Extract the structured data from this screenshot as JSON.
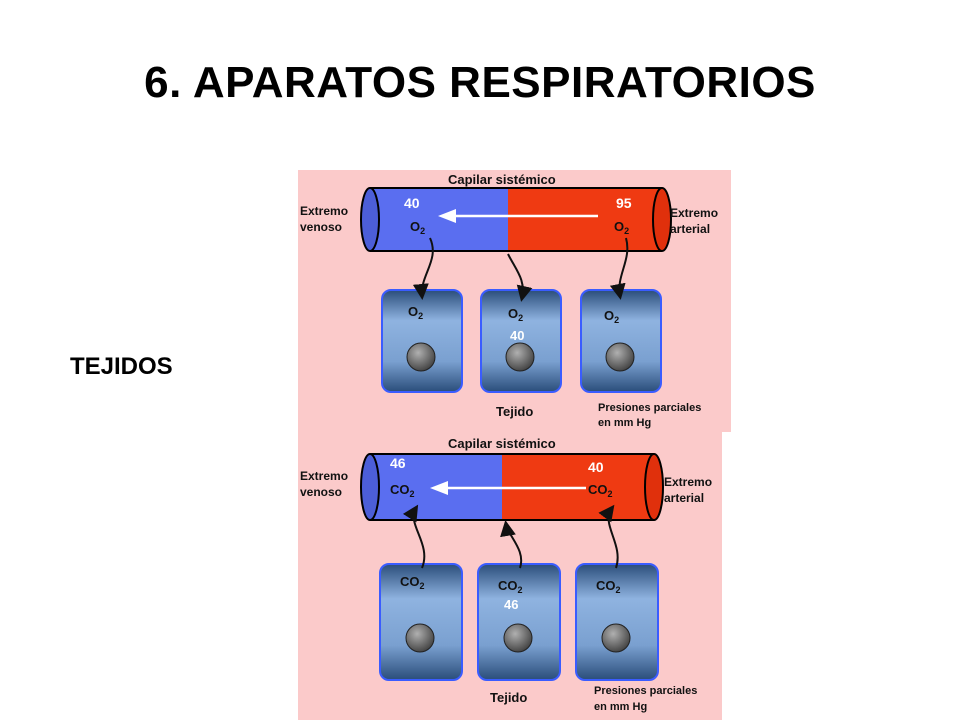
{
  "slide": {
    "title": "6. APARATOS RESPIRATORIOS",
    "side_label": "TEJIDOS"
  },
  "colors": {
    "panel_bg": "#fbcaca",
    "venous_blue": "#5a6ef0",
    "arterial_red": "#ef3a12",
    "cell_blue": "#8fb3e0",
    "nucleus_gray": "#6a6a6a"
  },
  "diagram_o2": {
    "capillary_label": "Capilar sistémico",
    "venous_end_line1": "Extremo",
    "venous_end_line2": "venoso",
    "arterial_end_line1": "Extremo",
    "arterial_end_line2": "arterial",
    "venous_value": "40",
    "arterial_value": "95",
    "gas": "O",
    "gas_sub": "2",
    "cell_middle_value": "40",
    "tissue_label": "Tejido",
    "pressure_line1": "Presiones parciales",
    "pressure_line2": "en mm Hg"
  },
  "diagram_co2": {
    "capillary_label": "Capilar sistémico",
    "venous_end_line1": "Extremo",
    "venous_end_line2": "venoso",
    "arterial_end_line1": "Extremo",
    "arterial_end_line2": "arterial",
    "venous_value": "46",
    "arterial_value": "40",
    "gas": "CO",
    "gas_sub": "2",
    "cell_middle_value": "46",
    "tissue_label": "Tejido",
    "pressure_line1": "Presiones parciales",
    "pressure_line2": "en mm Hg"
  }
}
